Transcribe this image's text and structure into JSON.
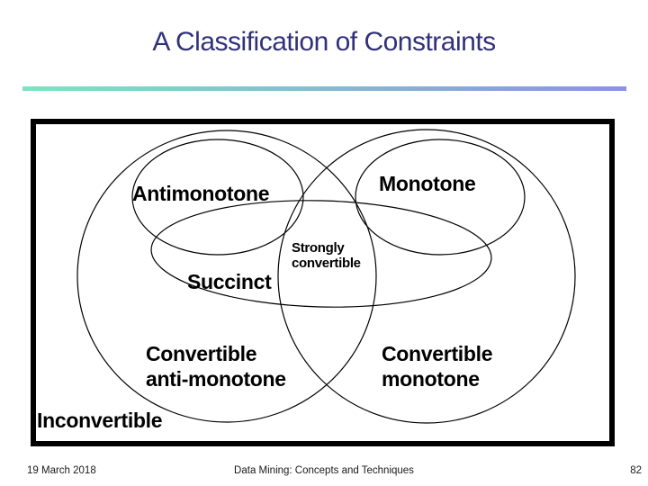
{
  "slide": {
    "title": "A Classification of Constraints",
    "accent_gradient": {
      "from": "#7ce4c0",
      "to": "#8d92e2"
    },
    "diagram": {
      "type": "venn",
      "labels": {
        "antimonotone": "Antimonotone",
        "monotone": "Monotone",
        "succinct": "Succinct",
        "strongly_convertible": "Strongly\nconvertible",
        "convertible_anti_monotone": "Convertible\nanti-monotone",
        "convertible_monotone": "Convertible\nmonotone",
        "inconvertible": "Inconvertible"
      }
    },
    "footer": {
      "date": "19 March 2018",
      "center": "Data Mining: Concepts and Techniques",
      "page": "82"
    }
  }
}
